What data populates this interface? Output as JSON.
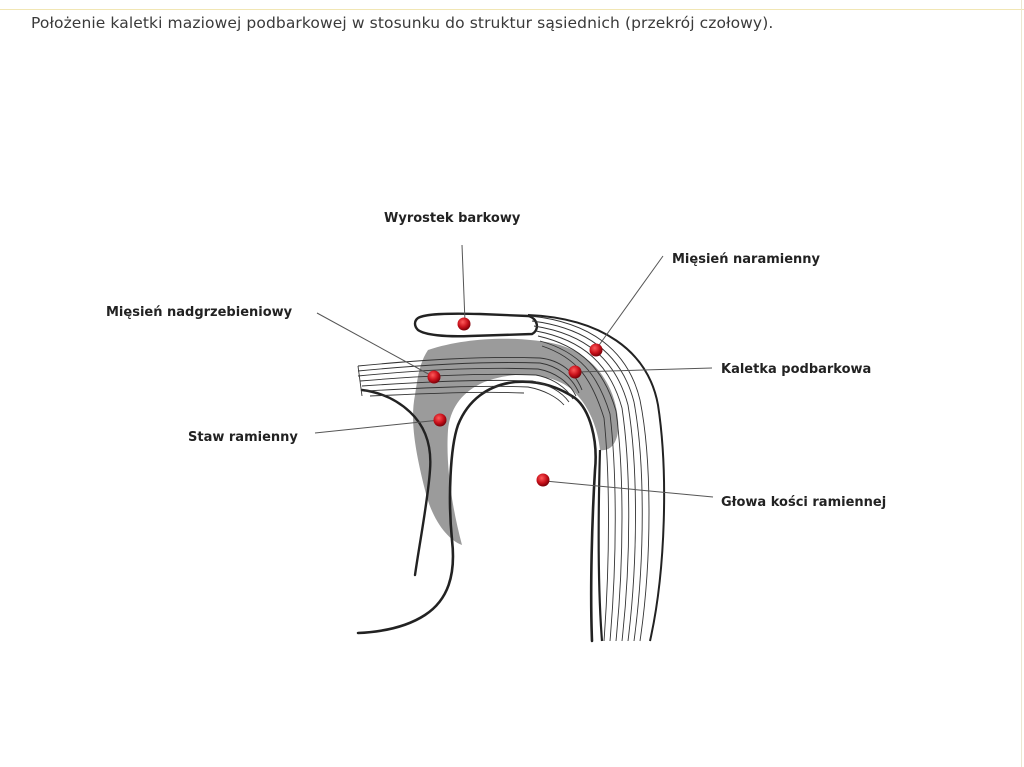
{
  "caption": "Położenie kaletki maziowej podbarkowej w stosunku do struktur sąsiednich (przekrój czołowy).",
  "labels": {
    "acromion": "Wyrostek barkowy",
    "deltoid": "Mięsień naramienny",
    "supraspinatus": "Mięsień nadgrzebieniowy",
    "bursa": "Kaletka podbarkowa",
    "joint": "Staw ramienny",
    "humeral_head": "Głowa kości ramiennej"
  },
  "colors": {
    "marker": "#c8101a",
    "bursa_fill": "#9b9b9b",
    "outline": "#222222",
    "leader": "#555555"
  }
}
